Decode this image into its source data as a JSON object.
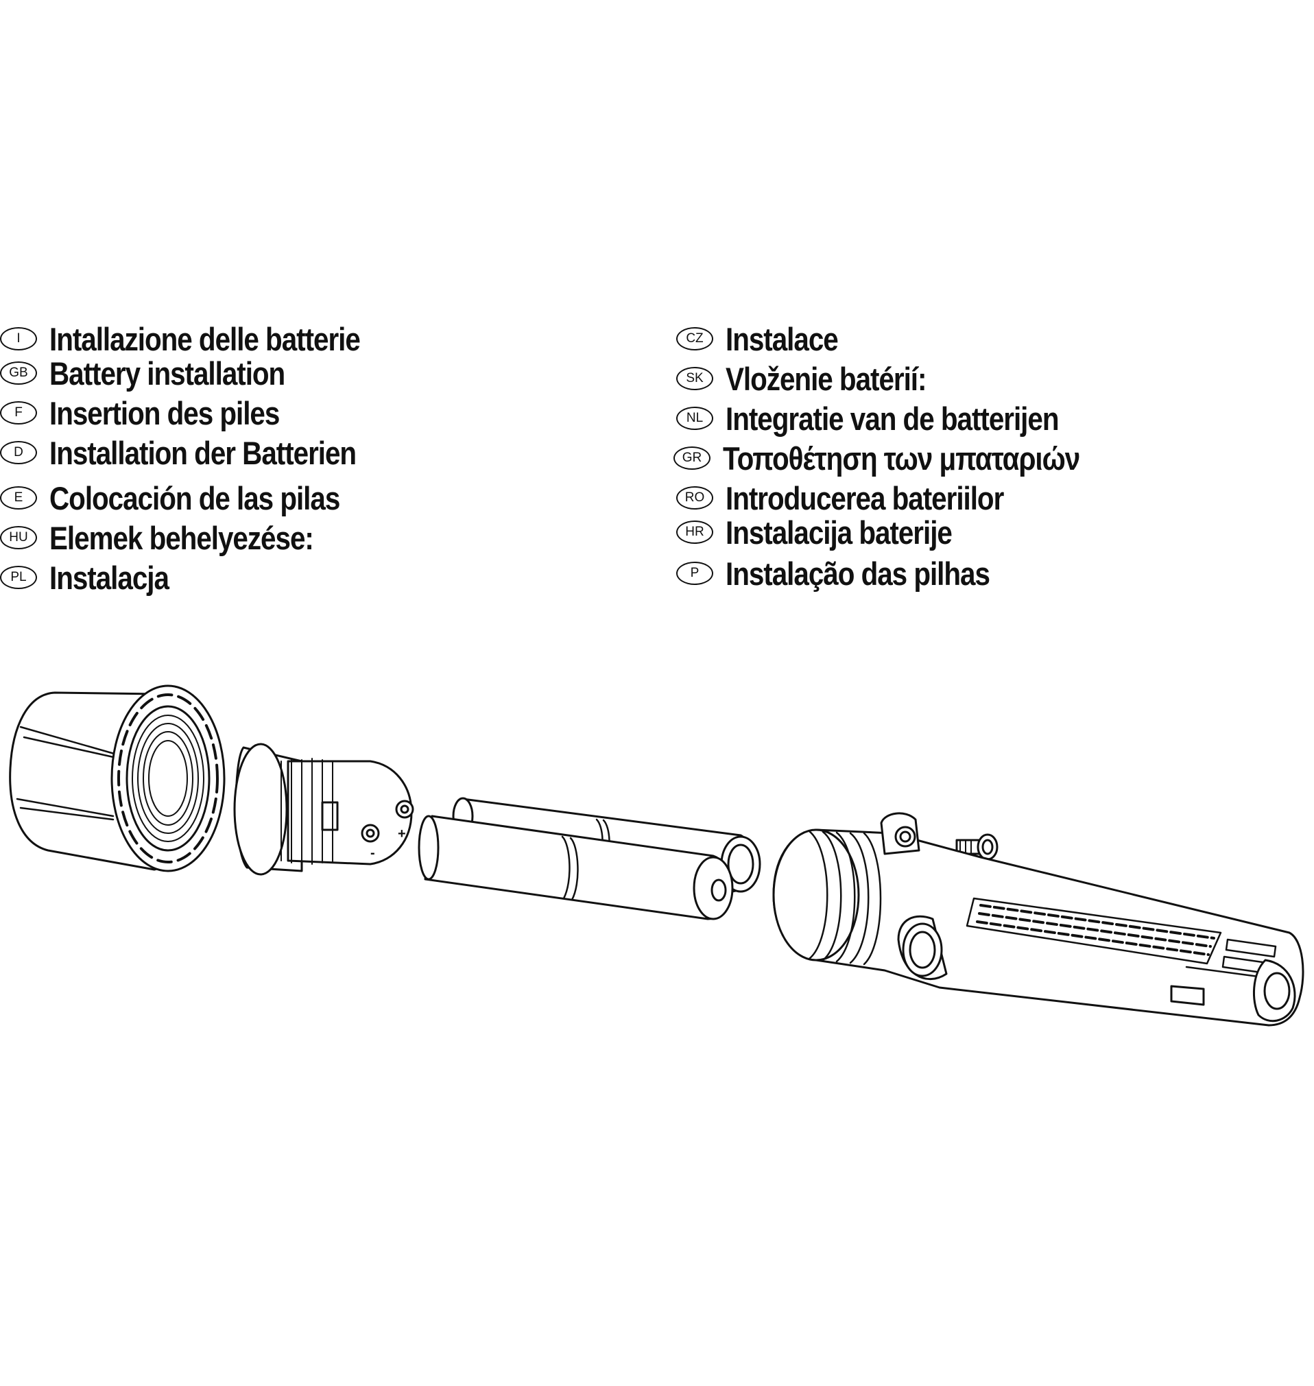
{
  "languages_left": [
    {
      "code": "I",
      "text": "Intallazione delle batterie"
    },
    {
      "code": "GB",
      "text": "Battery installation"
    },
    {
      "code": "F",
      "text": "Insertion des piles"
    },
    {
      "code": "D",
      "text": "Installation der Batterien"
    },
    {
      "code": "E",
      "text": "Colocación de las pilas"
    },
    {
      "code": "HU",
      "text": "Elemek behelyezése:"
    },
    {
      "code": "PL",
      "text": "Instalacja"
    }
  ],
  "languages_right": [
    {
      "code": "CZ",
      "text": "Instalace"
    },
    {
      "code": "SK",
      "text": "Vloženie batérií:"
    },
    {
      "code": "NL",
      "text": "Integratie van de batterijen"
    },
    {
      "code": "GR",
      "text": "Τοποθέτηση των μπαταριών"
    },
    {
      "code": "RO",
      "text": "Introducerea bateriilor"
    },
    {
      "code": "HR",
      "text": "Instalacija baterije"
    },
    {
      "code": "P",
      "text": "Instalação das pilhas"
    }
  ],
  "illustration": {
    "parts": [
      "cap-icon",
      "reflector-icon",
      "battery-icon",
      "battery-icon",
      "flashlight-body-icon",
      "screw-icon"
    ],
    "polarity_plus": "+",
    "polarity_minus": "-"
  },
  "colors": {
    "ink": "#111111",
    "paper": "#ffffff"
  }
}
